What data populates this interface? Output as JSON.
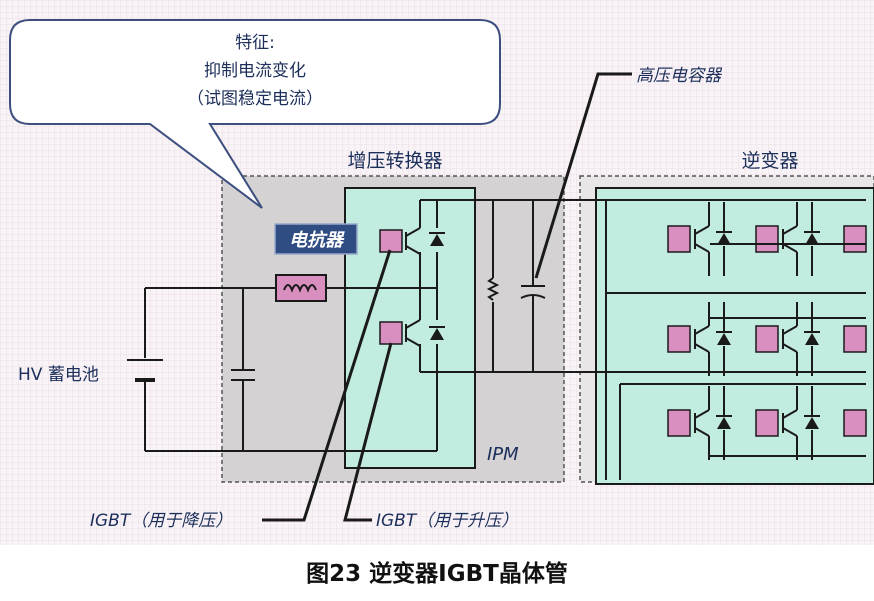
{
  "callout": {
    "title": "特征:",
    "line1": "抑制电流变化",
    "line2": "（试图稳定电流）"
  },
  "labels": {
    "boost_converter": "增压转换器",
    "inverter": "逆变器",
    "high_voltage_capacitor": "高压电容器",
    "reactor": "电抗器",
    "battery": "HV 蓄电池",
    "ipm": "IPM",
    "igbt_buck": "IGBT（用于降压）",
    "igbt_boost": "IGBT（用于升压）"
  },
  "caption": "图23 逆变器IGBT晶体管",
  "colors": {
    "ipm_gray": "#d3d3d3",
    "module_teal": "#c2ece0",
    "igbt_pink": "#d88fbf",
    "reactor_badge": "#2f4c83",
    "wire": "#1a1a1a"
  }
}
